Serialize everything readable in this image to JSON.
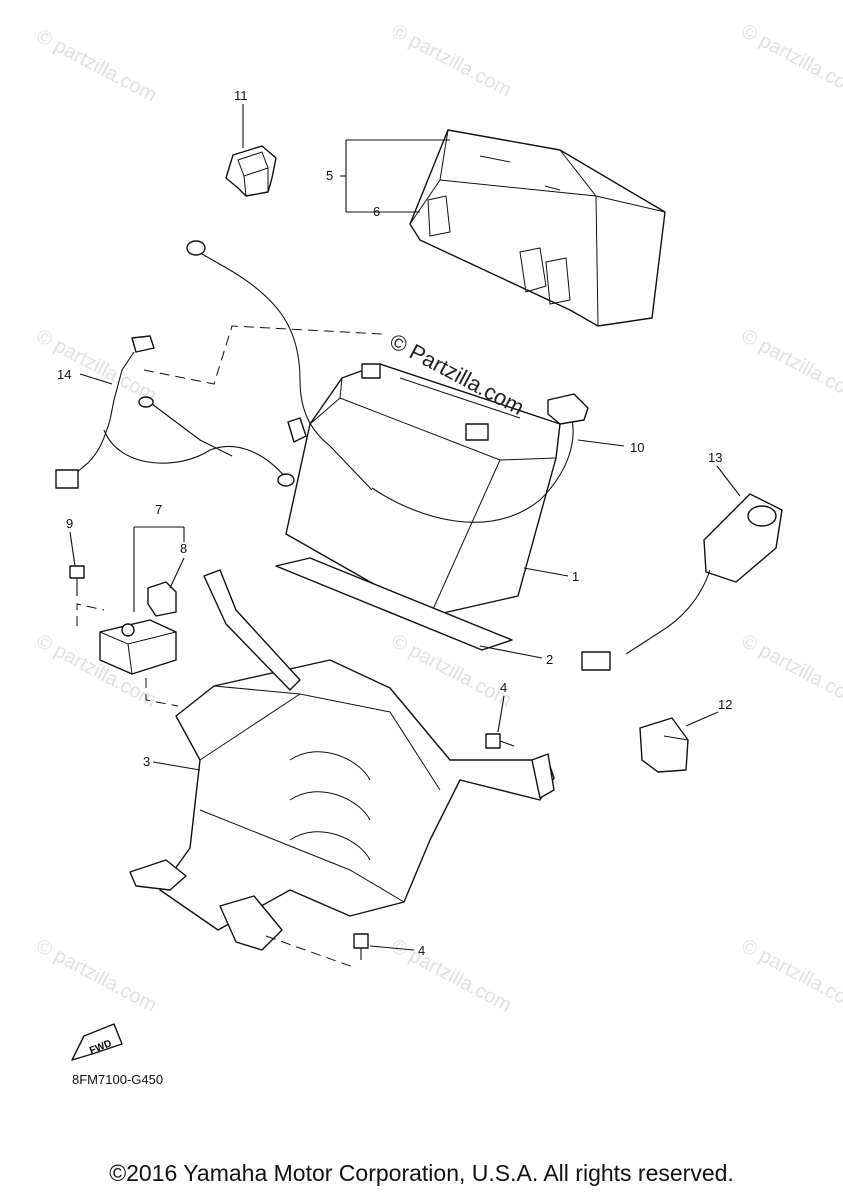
{
  "watermark": {
    "brand": "© Partzilla.com",
    "faint": "© partzilla.com"
  },
  "figure_code": "8FM7100-G450",
  "fwd_label": "FWD",
  "copyright": "©2016 Yamaha Motor Corporation, U.S.A. All rights reserved.",
  "callouts": [
    "1",
    "2",
    "3",
    "4",
    "4",
    "5",
    "6",
    "7",
    "8",
    "9",
    "10",
    "11",
    "12",
    "13",
    "14"
  ]
}
